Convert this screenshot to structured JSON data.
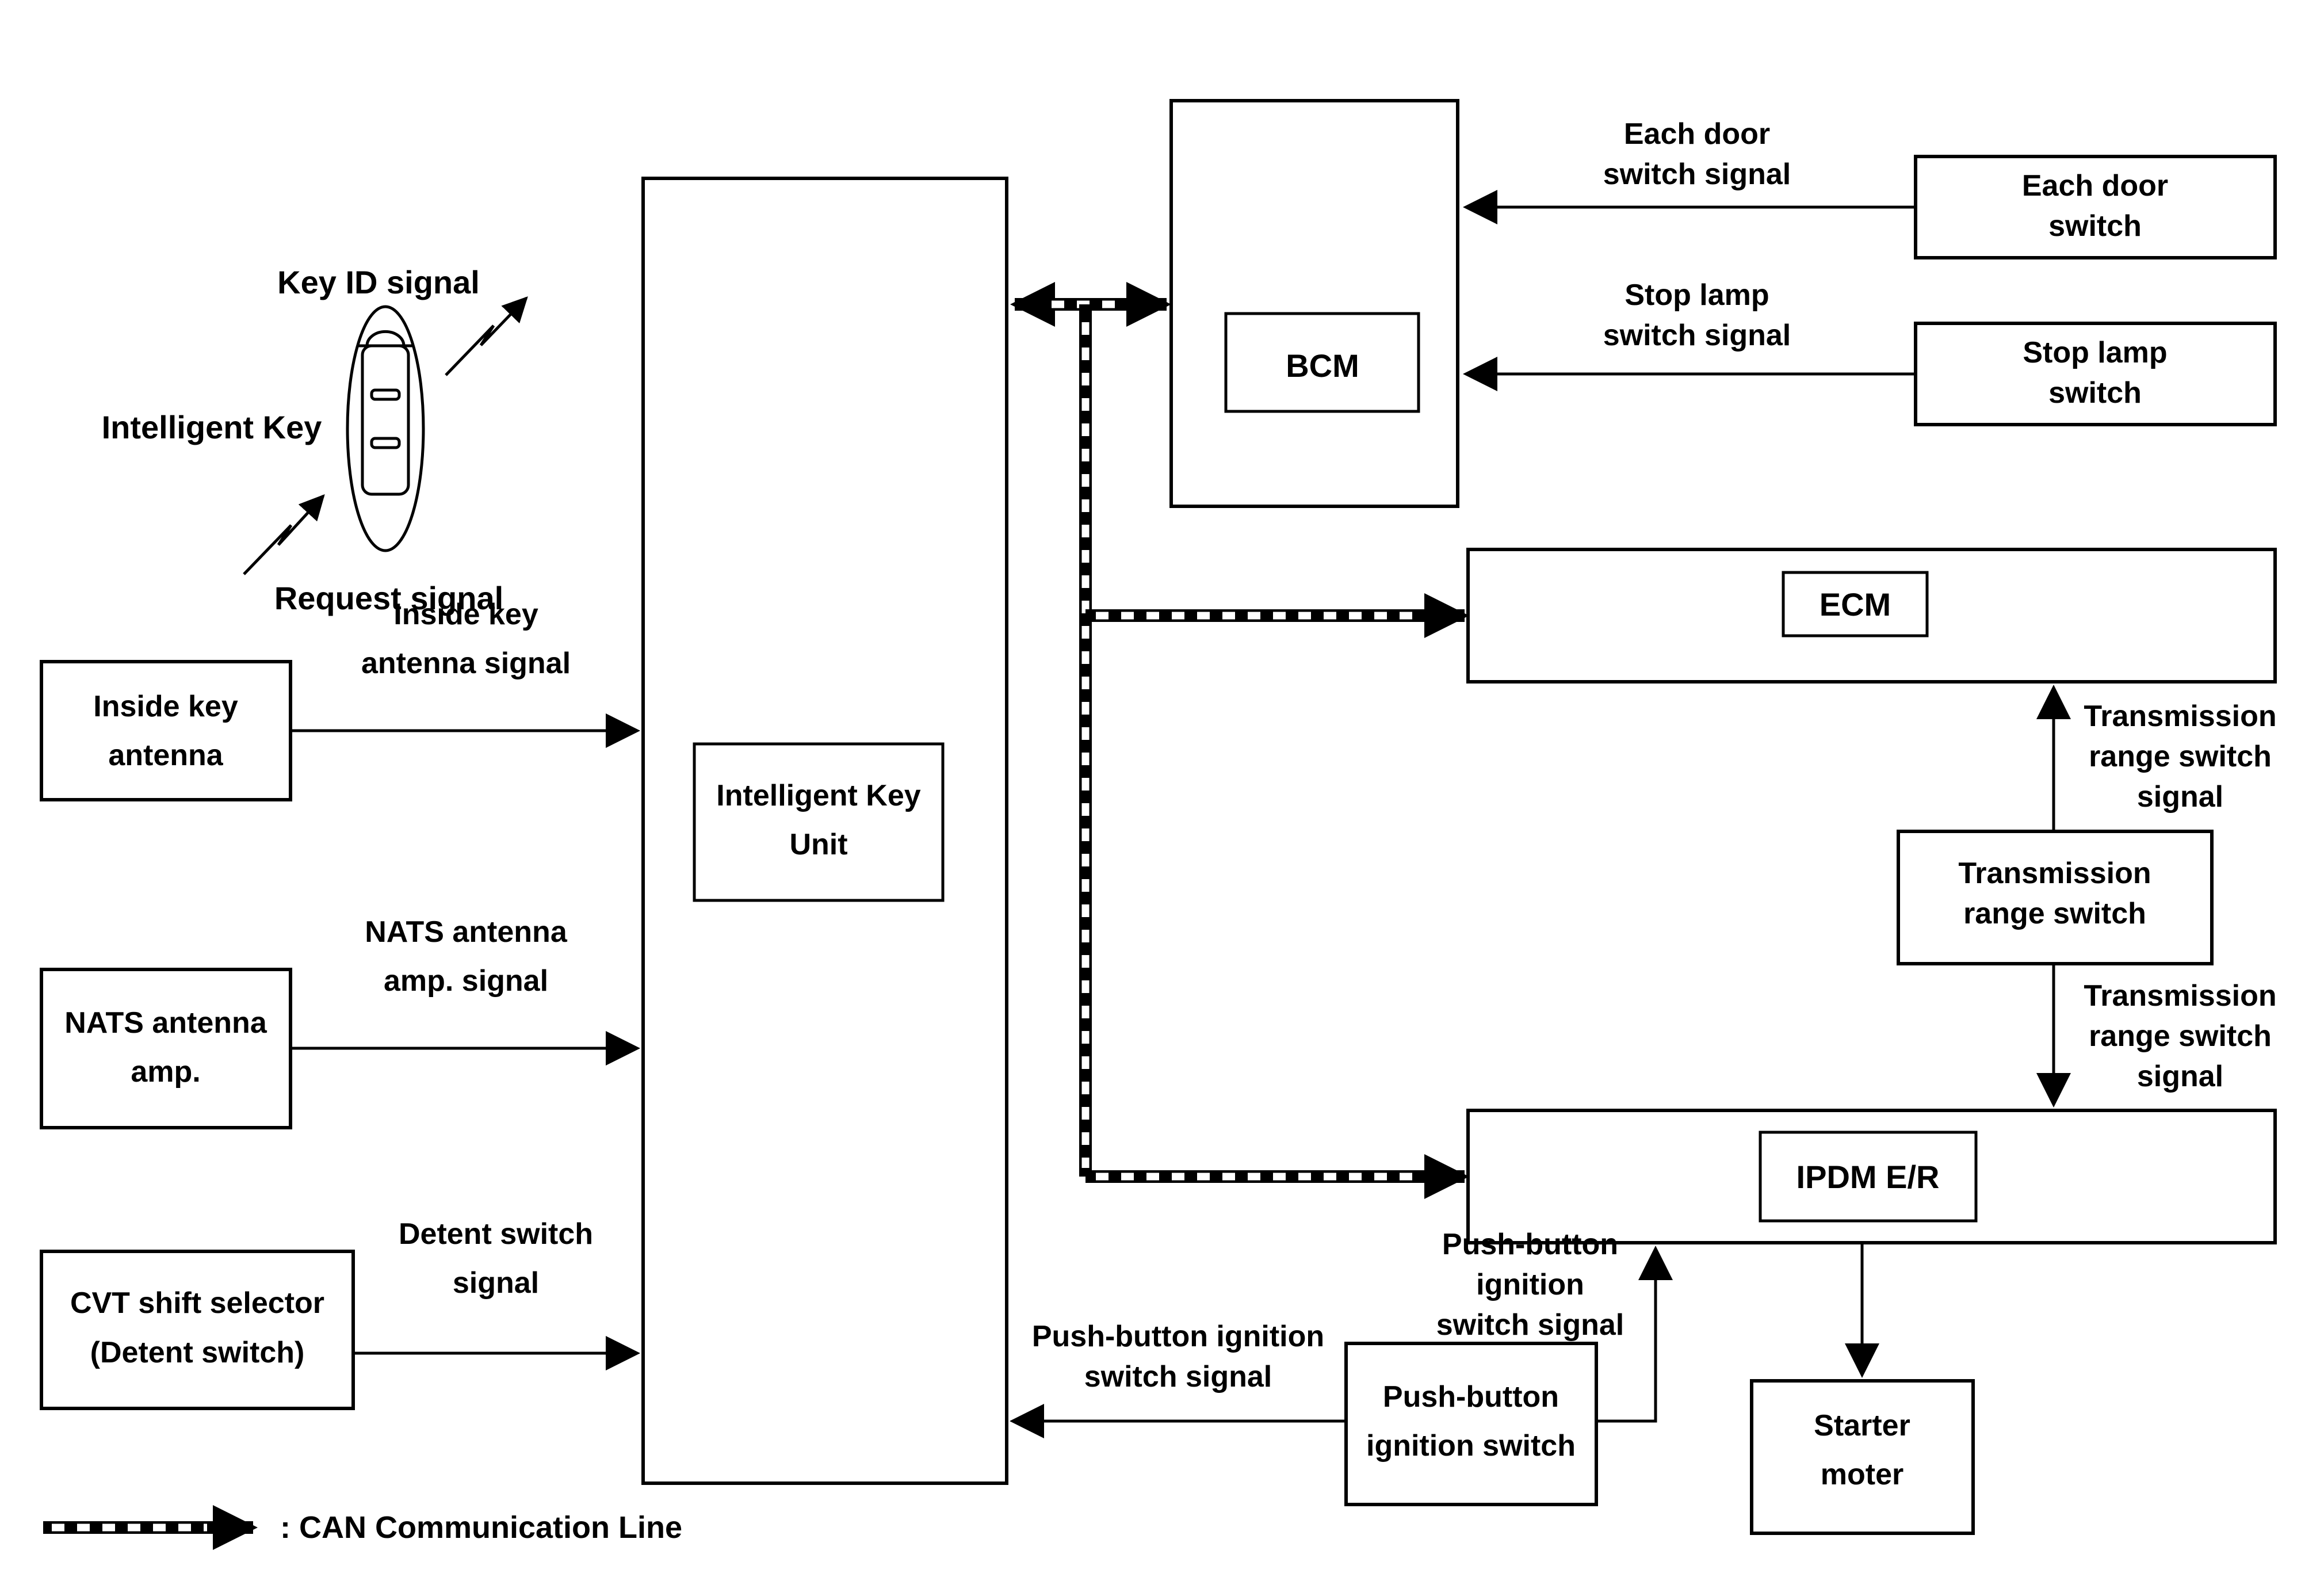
{
  "colors": {
    "ink": "#000000",
    "background": "#ffffff"
  },
  "key_graphic": {
    "key_id_signal": "Key ID signal",
    "intelligent_key": "Intelligent Key",
    "request_signal": "Request signal"
  },
  "nodes": {
    "intelligent_key_unit": {
      "lines": [
        "Intelligent Key",
        "Unit"
      ]
    },
    "bcm": {
      "label": "BCM"
    },
    "ecm": {
      "label": "ECM"
    },
    "ipdm": {
      "label": "IPDM E/R"
    },
    "inside_key_antenna": {
      "lines": [
        "Inside key",
        "antenna"
      ]
    },
    "nats_antenna_amp": {
      "lines": [
        "NATS antenna",
        "amp."
      ]
    },
    "cvt_shift_selector": {
      "lines": [
        "CVT shift selector",
        "(Detent switch)"
      ]
    },
    "each_door_switch": {
      "lines": [
        "Each door",
        "switch"
      ]
    },
    "stop_lamp_switch": {
      "lines": [
        "Stop lamp",
        "switch"
      ]
    },
    "transmission_range_switch": {
      "lines": [
        "Transmission",
        "range switch"
      ]
    },
    "push_button_ignition_switch": {
      "lines": [
        "Push-button",
        "ignition switch"
      ]
    },
    "starter_moter": {
      "lines": [
        "Starter",
        "moter"
      ]
    }
  },
  "signals": {
    "each_door_switch_signal": {
      "lines": [
        "Each door",
        "switch signal"
      ]
    },
    "stop_lamp_switch_signal": {
      "lines": [
        "Stop lamp",
        "switch signal"
      ]
    },
    "inside_key_antenna_signal": {
      "lines": [
        "Inside key",
        "antenna signal"
      ]
    },
    "nats_antenna_amp_signal": {
      "lines": [
        "NATS antenna",
        "amp. signal"
      ]
    },
    "detent_switch_signal": {
      "lines": [
        "Detent switch",
        "signal"
      ]
    },
    "trs_signal_to_ecm": {
      "lines": [
        "Transmission",
        "range switch",
        "signal"
      ]
    },
    "trs_signal_to_ipdm": {
      "lines": [
        "Transmission",
        "range switch",
        "signal"
      ]
    },
    "pb_signal_to_iku": {
      "lines": [
        "Push-button ignition",
        "switch signal"
      ]
    },
    "pb_signal_to_ipdm": {
      "lines": [
        "Push-button",
        "ignition",
        "switch signal"
      ]
    }
  },
  "legend": {
    "can_line": ": CAN Communication Line"
  }
}
